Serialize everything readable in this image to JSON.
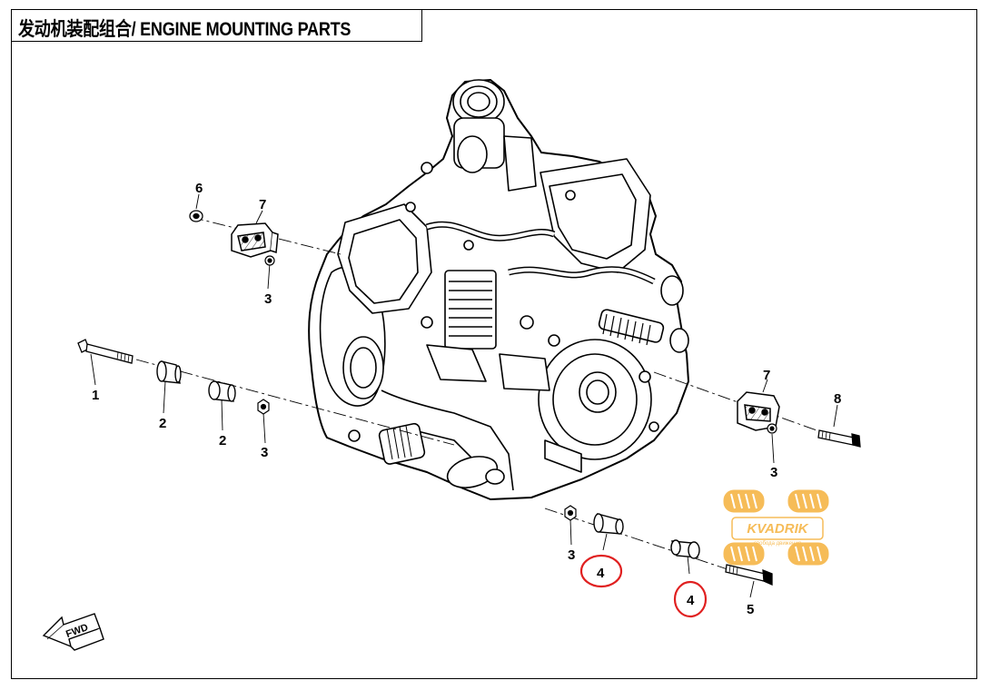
{
  "title": "发动机装配组合/ ENGINE MOUNTING PARTS",
  "direction_label": "FWD",
  "watermark": {
    "brand": "KVADRIK",
    "tagline": "свобода движения",
    "color": "#f5b13c"
  },
  "highlight_color": "#e02020",
  "callouts": [
    {
      "id": "c6",
      "text": "6"
    },
    {
      "id": "c7a",
      "text": "7"
    },
    {
      "id": "c3a",
      "text": "3"
    },
    {
      "id": "c1",
      "text": "1"
    },
    {
      "id": "c2a",
      "text": "2"
    },
    {
      "id": "c2b",
      "text": "2"
    },
    {
      "id": "c3b",
      "text": "3"
    },
    {
      "id": "c7b",
      "text": "7"
    },
    {
      "id": "c8",
      "text": "8"
    },
    {
      "id": "c3c",
      "text": "3"
    },
    {
      "id": "c3d",
      "text": "3"
    },
    {
      "id": "c4a",
      "text": "4"
    },
    {
      "id": "c4b",
      "text": "4"
    },
    {
      "id": "c5",
      "text": "5"
    }
  ]
}
